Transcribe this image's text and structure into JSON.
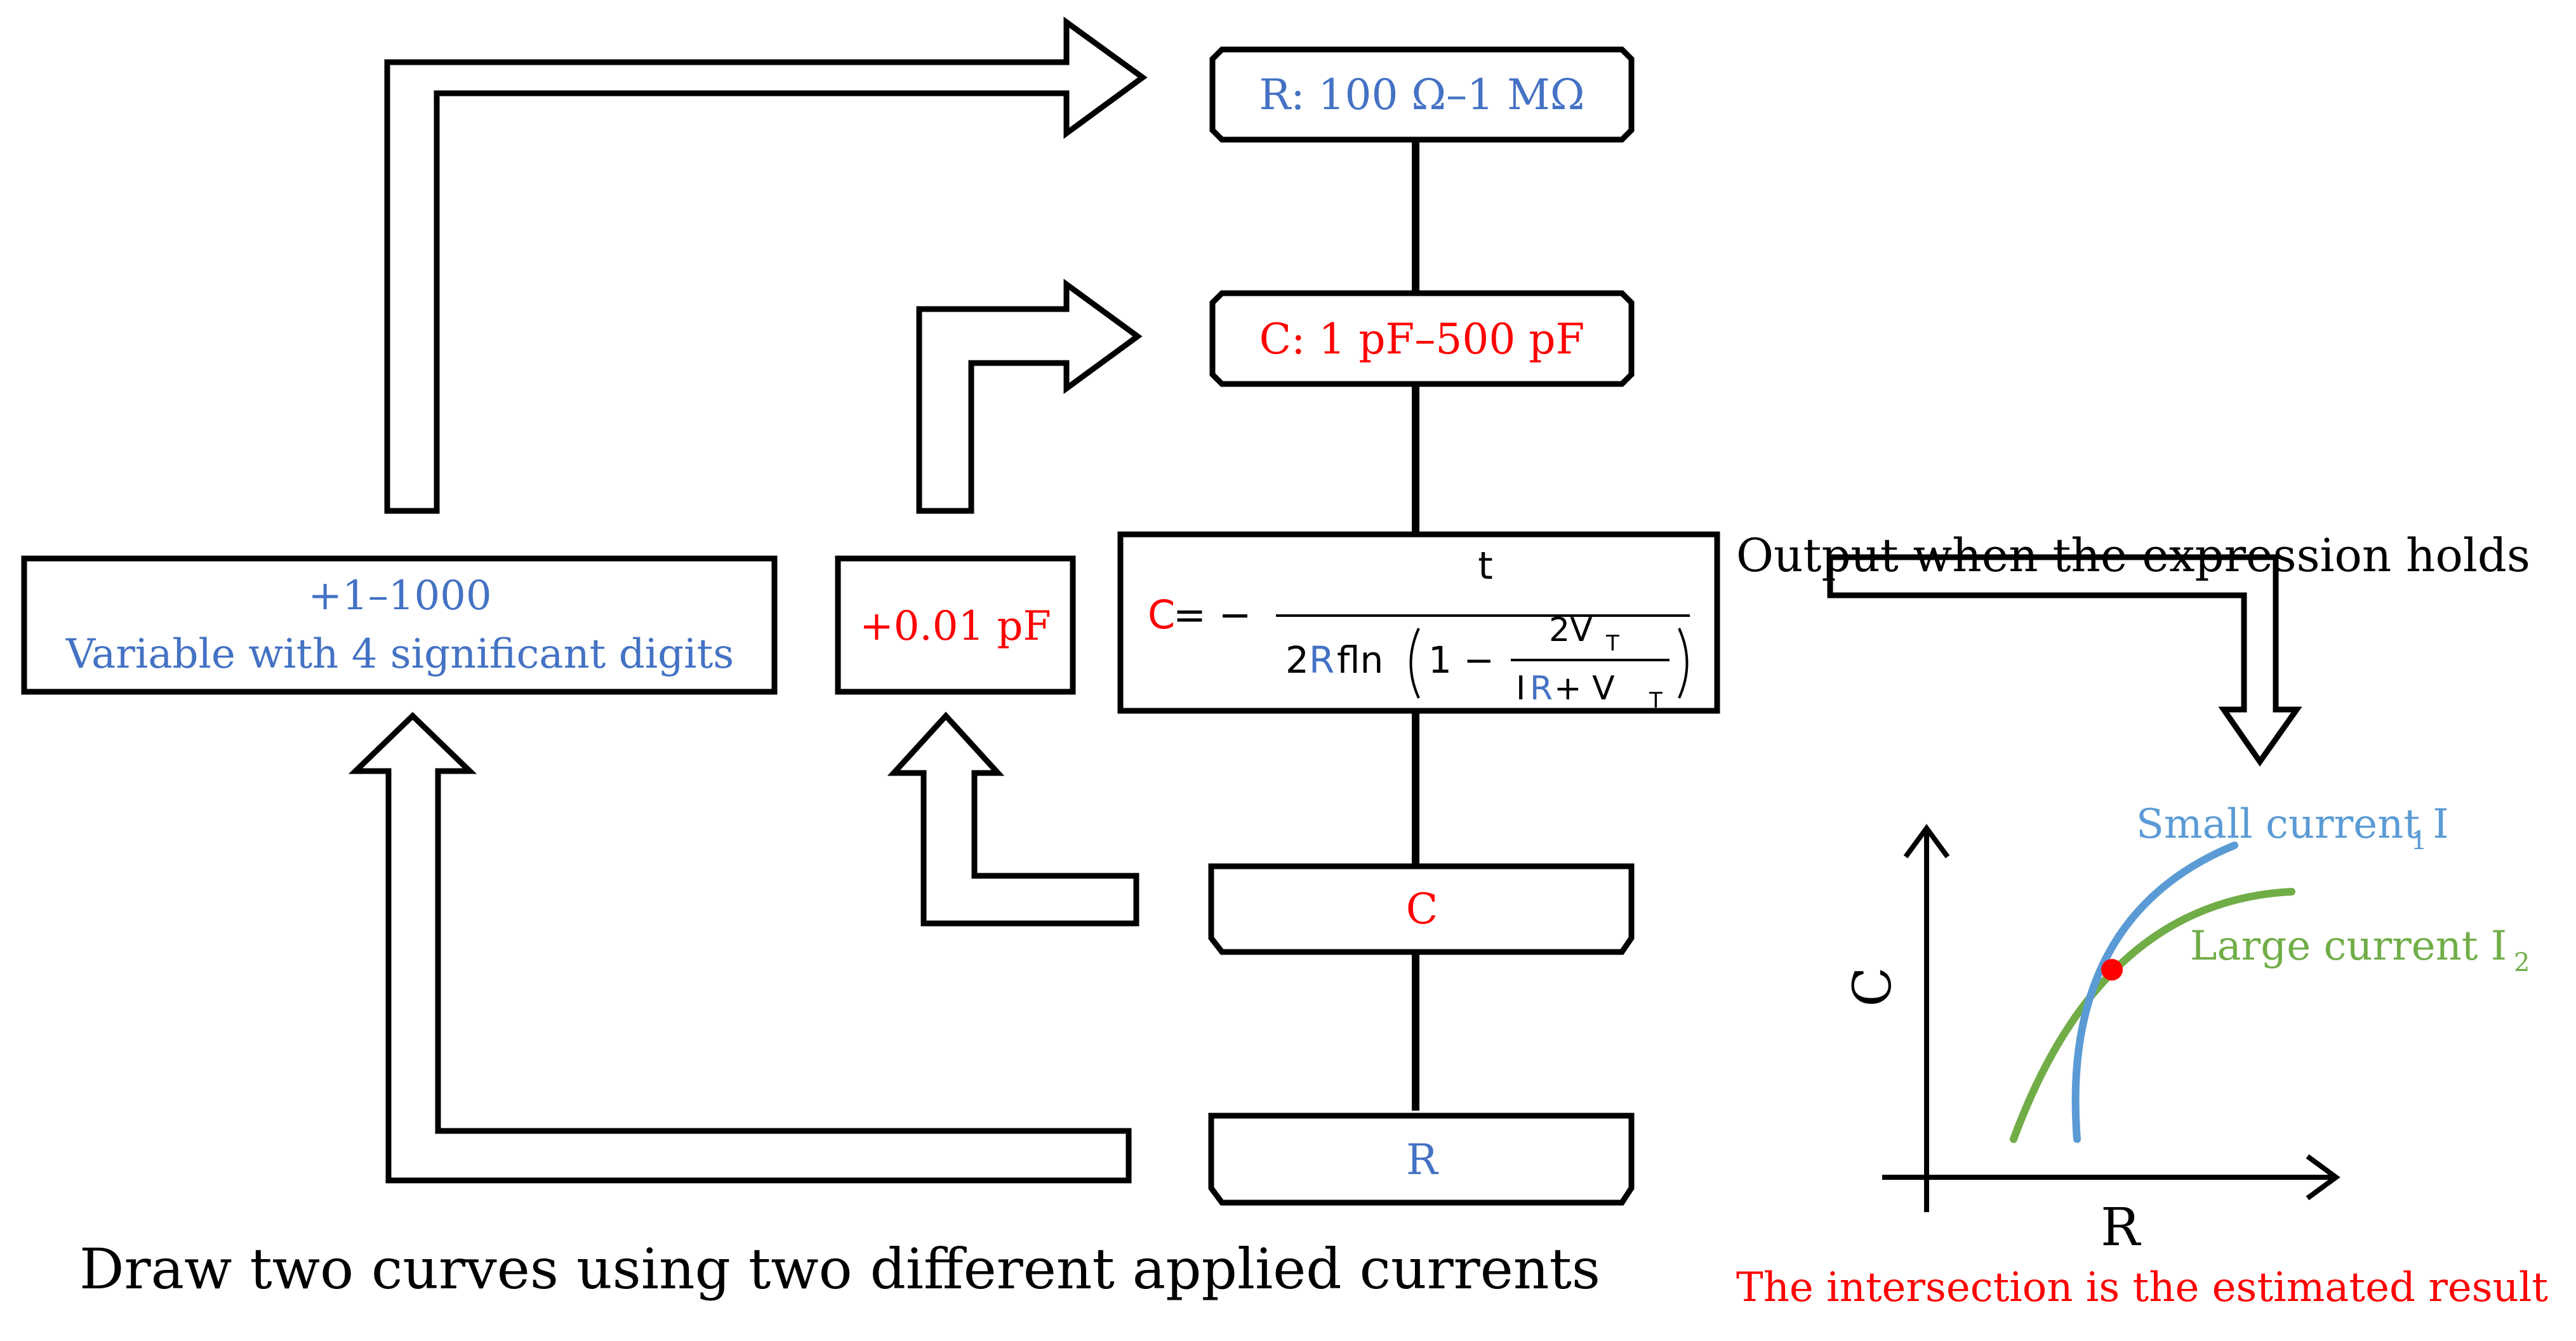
{
  "colors": {
    "blue": "#4472C4",
    "red": "#FF0000",
    "green": "#70AD47",
    "curve_blue": "#5B9BD5",
    "black": "#000000"
  },
  "nodes": {
    "r_range": "R: 100 Ω–1 MΩ",
    "c_range": "C: 1 pF–500 pF",
    "r_variable_line1": "+1–1000",
    "r_variable_line2": "Variable with 4 significant digits",
    "c_step": "+0.01 pF",
    "c_node": "C",
    "r_node": "R"
  },
  "formula": {
    "lhs": "C",
    "equals": " = −",
    "numerator": "t",
    "den_prefix": "2",
    "den_r": "R",
    "den_fln": "fln",
    "den_one_minus": "1 −",
    "inner_num_2": "2V",
    "inner_num_sub": "T",
    "inner_den_i": "I",
    "inner_den_r": "R",
    "inner_den_plus": " + V",
    "inner_den_sub": "T"
  },
  "labels": {
    "output_note": "Output when the expression holds",
    "draw_note": "Draw two curves using two different applied currents",
    "intersection_note": "The intersection is the estimated result"
  },
  "graph": {
    "y_axis": "C",
    "x_axis": "R",
    "small_current": "Small current I",
    "small_current_sub": "1",
    "large_current": "Large current I",
    "large_current_sub": "2"
  }
}
